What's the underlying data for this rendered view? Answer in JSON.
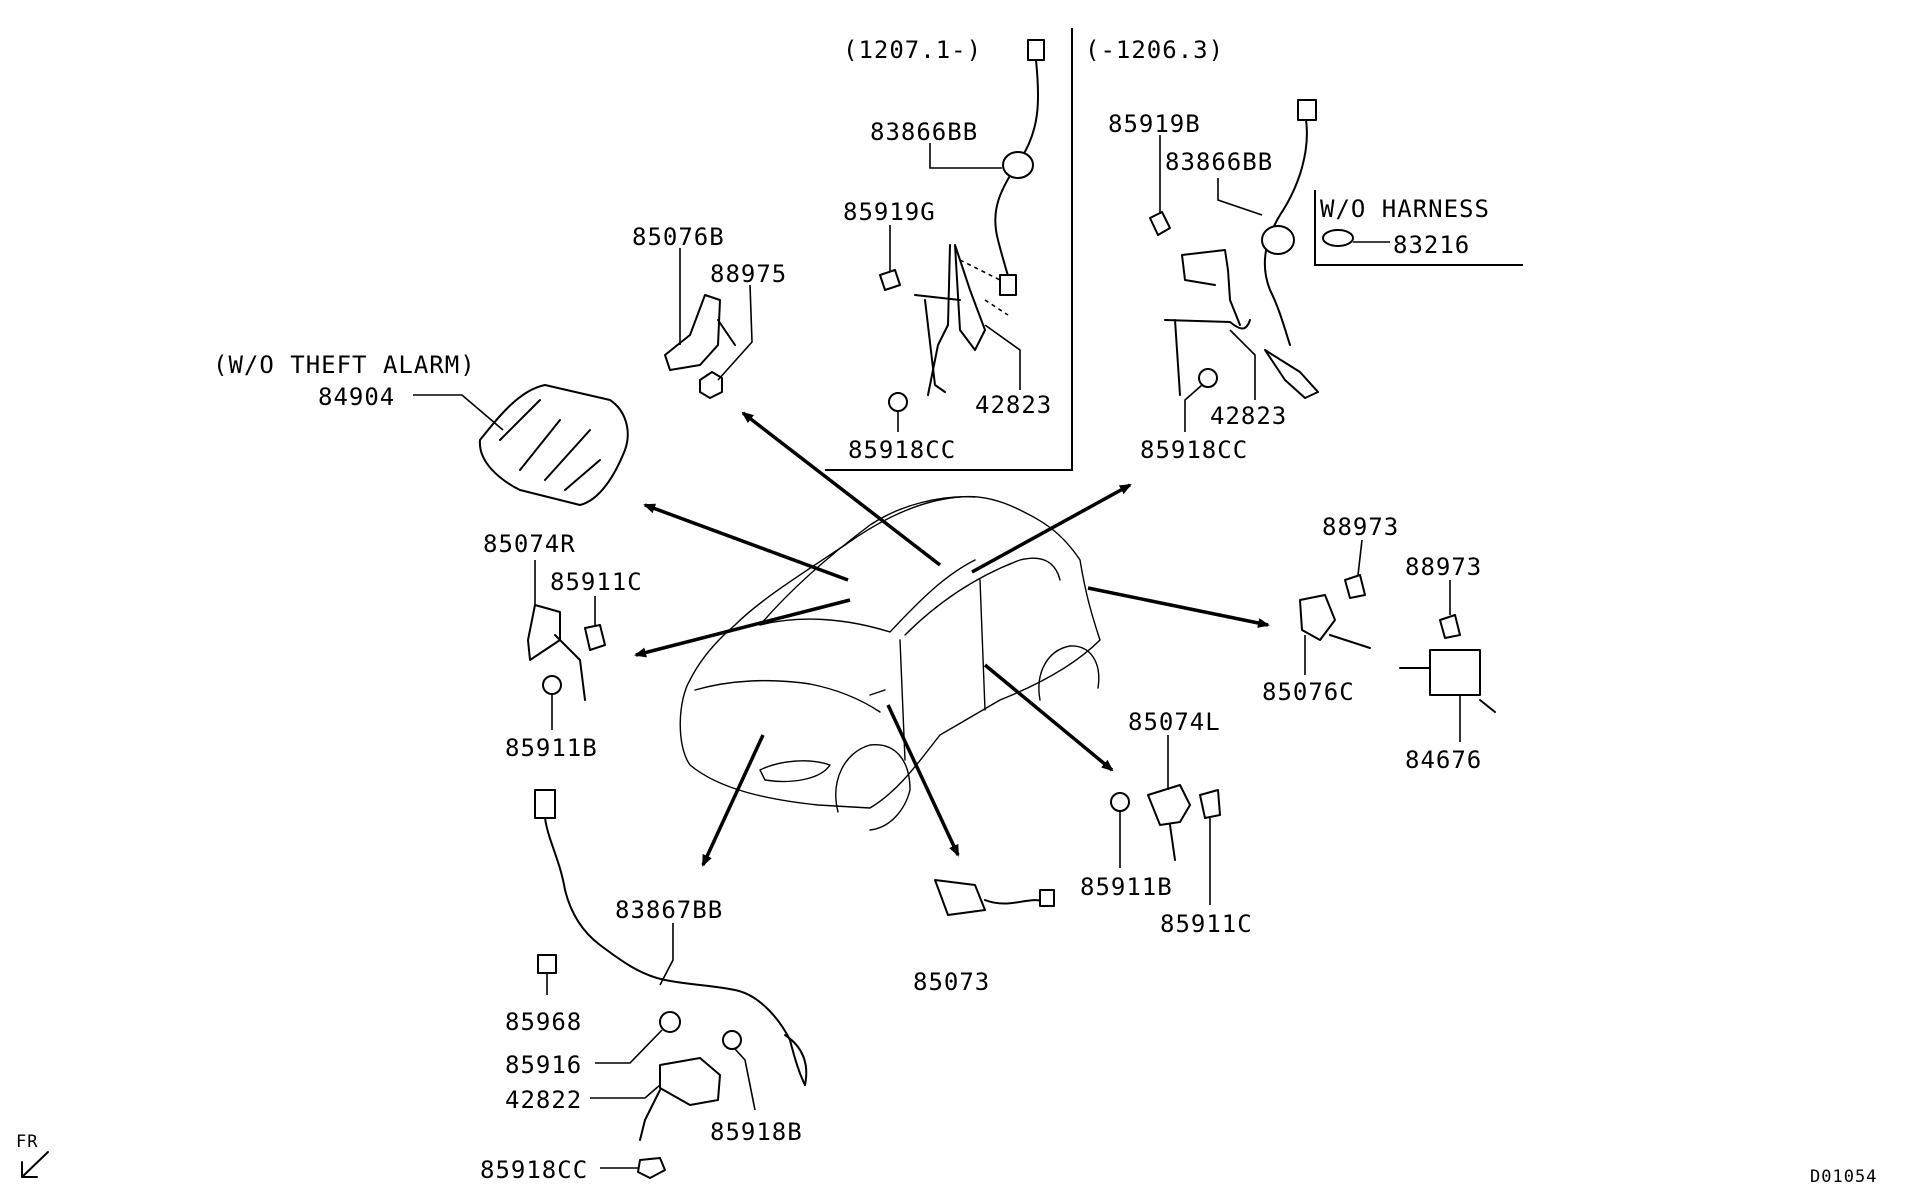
{
  "diagram": {
    "variant_labels": {
      "from_1207": "(1207.1-)",
      "to_1206": "(-1206.3)",
      "without_theft_alarm": "(W/O THEFT ALARM)",
      "without_harness": "W/O HARNESS"
    },
    "part_numbers": {
      "p83866BB_a": "83866BB",
      "p85919G": "85919G",
      "p42823_a": "42823",
      "p85918CC_a": "85918CC",
      "p85919B": "85919B",
      "p83866BB_b": "83866BB",
      "p83216": "83216",
      "p42823_b": "42823",
      "p85918CC_b": "85918CC",
      "p85076B": "85076B",
      "p88975": "88975",
      "p84904": "84904",
      "p85074R": "85074R",
      "p85911C_a": "85911C",
      "p85911B_a": "85911B",
      "p88973_a": "88973",
      "p88973_b": "88973",
      "p85076C": "85076C",
      "p84676": "84676",
      "p85074L": "85074L",
      "p85911B_b": "85911B",
      "p85911C_b": "85911C",
      "p83867BB": "83867BB",
      "p85968": "85968",
      "p85916": "85916",
      "p42822": "42822",
      "p85918B": "85918B",
      "p85918CC_c": "85918CC",
      "p85073": "85073"
    },
    "orientation": "FR",
    "diagram_code": "D01054",
    "icons": {
      "front_direction": "front-direction-arrow-icon"
    }
  }
}
